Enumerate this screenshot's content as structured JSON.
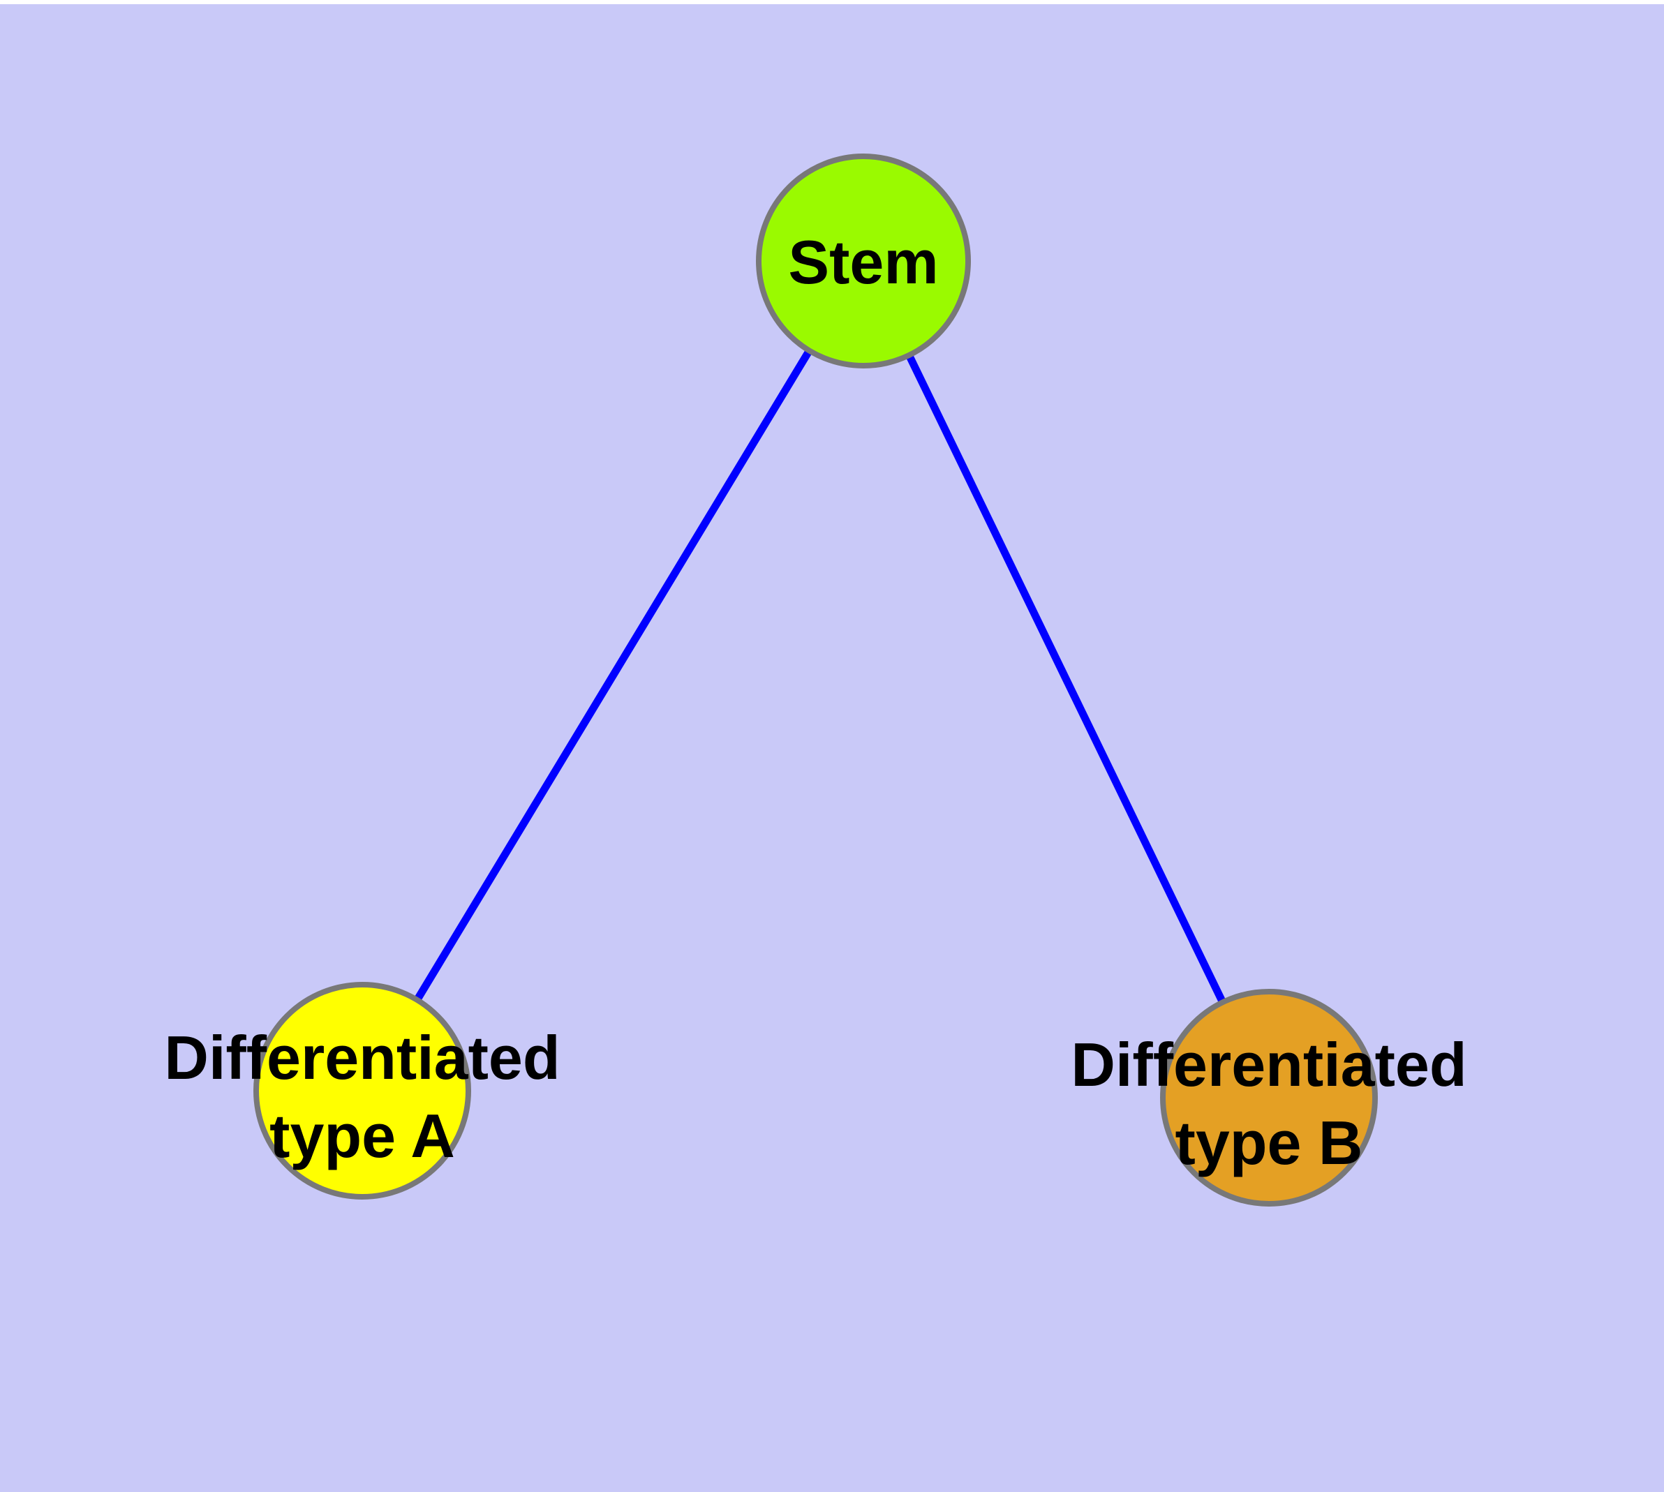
{
  "diagram": {
    "background_color": "#c9c9f8",
    "text_color": "#000000",
    "edge_color": "#0000ff",
    "node_border_color": "#787878",
    "nodes": {
      "stem": {
        "label": "Stem",
        "fill_color": "#9afa00"
      },
      "type_a": {
        "label": "Differentiated type A",
        "label_line1": "Differentiated",
        "label_line2": "type A",
        "fill_color": "#ffff00"
      },
      "type_b": {
        "label": "Differentiated type B",
        "label_line1": "Differentiated",
        "label_line2": "type B",
        "fill_color": "#e4a024"
      }
    },
    "edges": [
      {
        "from": "Stem",
        "to": "Differentiated type A"
      },
      {
        "from": "Stem",
        "to": "Differentiated type B"
      }
    ]
  }
}
